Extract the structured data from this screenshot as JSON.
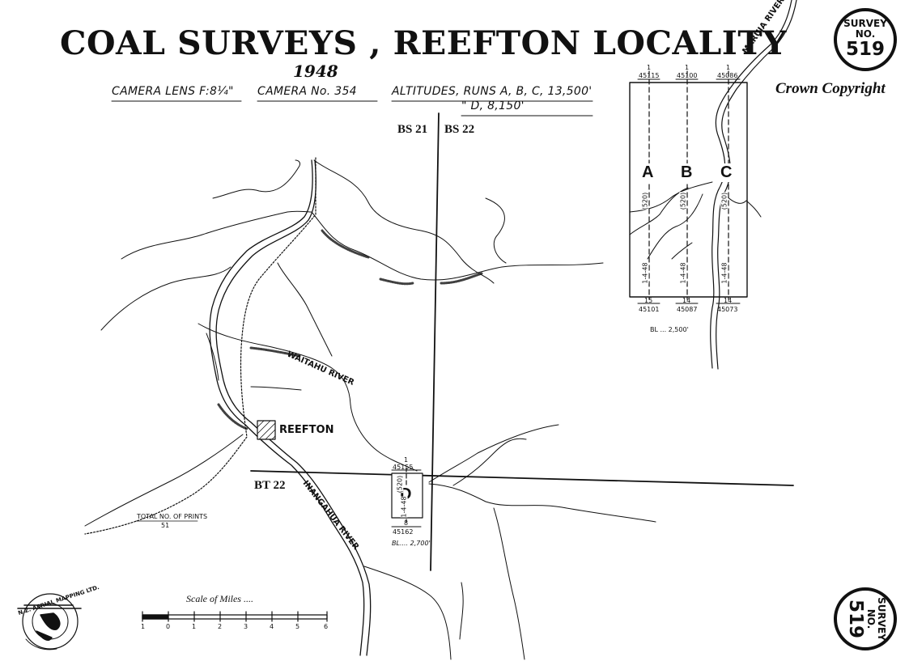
{
  "title": "COAL SURVEYS , REEFTON LOCALITY",
  "year": "1948",
  "specs": {
    "lens": "CAMERA LENS F:8¼\"",
    "camera": "CAMERA No. 354",
    "altitudes_line1": "ALTITUDES, RUNS A, B, C, 13,500'",
    "altitudes_line2": "\"  D, 8,150'"
  },
  "copyright": "Crown Copyright",
  "survey_badge": {
    "line1": "SURVEY",
    "line2": "NO.",
    "number": "519"
  },
  "grid_labels": {
    "bs21": "BS 21",
    "bs22": "BS 22",
    "bt22": "BT 22"
  },
  "places": {
    "reefton": "REEFTON"
  },
  "rivers": {
    "waitahu": "WAITAHU RIVER",
    "inangahua": "INANGAHUA RIVER",
    "maruia": "MARUIA RIVER"
  },
  "runs": [
    {
      "letter": "A",
      "top_label": "45115",
      "bottom_count": "15",
      "bottom_label": "45101",
      "date": "1-4-48",
      "code": "(520)"
    },
    {
      "letter": "B",
      "top_label": "45100",
      "bottom_count": "14",
      "bottom_label": "45087",
      "date": "1-4-48",
      "code": "(520)"
    },
    {
      "letter": "C",
      "top_label": "45086",
      "bottom_count": "14",
      "bottom_label": "45073",
      "date": "1-4-48",
      "code": "(520)"
    }
  ],
  "run_top_count": "1",
  "run_bl": "BL ... 2,500'",
  "run_d": {
    "letter": "D",
    "top_count": "1",
    "top_label": "45155",
    "bottom_count": "8",
    "bottom_label": "45162",
    "bl": "BL.... 2,700'",
    "code": "(520)",
    "date": "1-4-48"
  },
  "total_prints": {
    "label": "TOTAL NO. OF PRINTS",
    "value": "51"
  },
  "scale": {
    "label": "Scale of Miles ....",
    "ticks": [
      "1",
      "0",
      "1",
      "2",
      "3",
      "4",
      "5",
      "6"
    ]
  },
  "logo_text": "N.Z. AERIAL MAPPING LTD."
}
